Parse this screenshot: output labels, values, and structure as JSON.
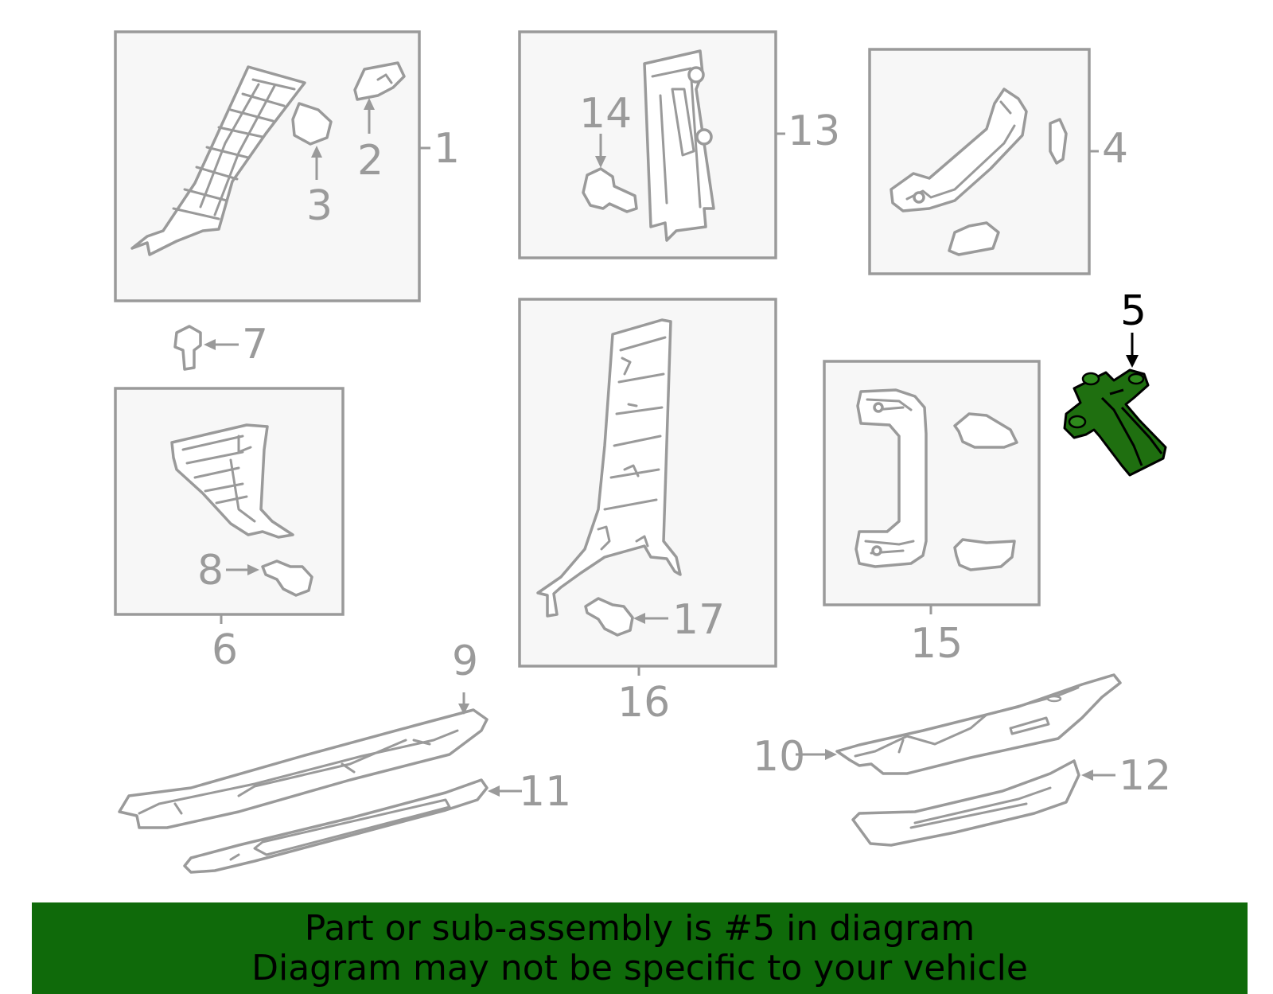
{
  "callouts": {
    "c1": "1",
    "c2": "2",
    "c3": "3",
    "c4": "4",
    "c5": "5",
    "c6": "6",
    "c7": "7",
    "c8": "8",
    "c9": "9",
    "c10": "10",
    "c11": "11",
    "c12": "12",
    "c13": "13",
    "c14": "14",
    "c15": "15",
    "c16": "16",
    "c17": "17"
  },
  "highlight": {
    "part": "5",
    "color": "#1f6f10"
  },
  "banner": {
    "line1": "Part or sub-assembly is #5 in diagram",
    "line2": "Diagram may not be specific to your vehicle",
    "color": "#0f6a0a"
  }
}
